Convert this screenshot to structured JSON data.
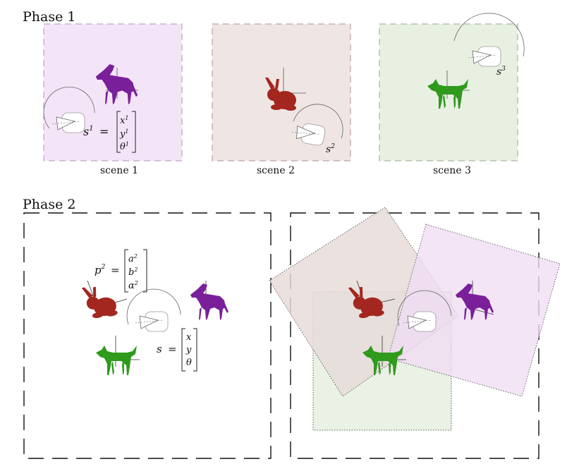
{
  "phase1": {
    "title": "Phase 1",
    "scenes": [
      {
        "caption": "scene 1",
        "color": "#f4e4f8",
        "border": "#b38fb8"
      },
      {
        "caption": "scene 2",
        "color": "#efe6e4",
        "border": "#b38f8f"
      },
      {
        "caption": "scene 3",
        "color": "#e8f0e2",
        "border": "#94a98e"
      }
    ],
    "pose_labels": {
      "scene1": "s",
      "scene1_sup": "1",
      "scene2": "s",
      "scene2_sup": "2",
      "scene3": "s",
      "scene3_sup": "3"
    },
    "matrix1": {
      "lhs_base": "s",
      "lhs_sup": "1",
      "eq": "=",
      "rows": [
        "x",
        "y",
        "θ"
      ],
      "row_sups": [
        "1",
        "1",
        "1"
      ]
    }
  },
  "phase2": {
    "title": "Phase 2",
    "p_matrix": {
      "lhs_base": "p",
      "lhs_sup": "2",
      "eq": "=",
      "rows": [
        "a",
        "b",
        "α"
      ],
      "row_sups": [
        "2",
        "2",
        "2"
      ]
    },
    "s_matrix": {
      "lhs_base": "s",
      "eq": "=",
      "rows": [
        "x",
        "y",
        "θ"
      ]
    }
  },
  "colors": {
    "horse": "#7a1f9a",
    "bunny": "#a3261f",
    "dog": "#2f9a1c",
    "pink": "#f4e4f8",
    "brown": "#efe6e4",
    "green": "#e8f0e2"
  }
}
